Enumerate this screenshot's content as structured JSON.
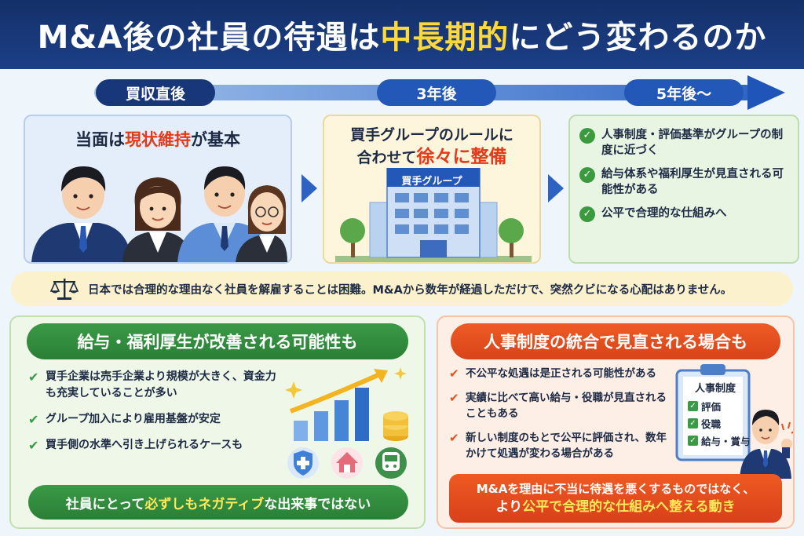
{
  "header": {
    "title_pre": "M&A後の社員の待遇は",
    "title_highlight": "中長期的",
    "title_post": "にどう変わるのか",
    "highlight_color": "#ffd93a",
    "bg_color": "#14306a"
  },
  "timeline": {
    "steps": [
      "買収直後",
      "3年後",
      "5年後〜"
    ]
  },
  "stage1": {
    "title_pre": "当面は",
    "title_highlight": "現状維持",
    "title_post": "が基本"
  },
  "stage2": {
    "line1": "買手グループのルールに",
    "line2_pre": "合わせて",
    "line2_highlight": "徐々に整備",
    "building_label": "買手グループ"
  },
  "stage3": {
    "items": [
      "人事制度・評価基準がグループの制度に近づく",
      "給与体系や福利厚生が見直される可能性がある",
      "公平で合理的な仕組みへ"
    ]
  },
  "notice": {
    "icon": "scale-icon",
    "text": "日本では合理的な理由なく社員を解雇することは困難。M&Aから数年が経過しただけで、突然クビになる心配はありません。"
  },
  "left_panel": {
    "title": "給与・福利厚生が改善される可能性も",
    "items": [
      "買手企業は売手企業より規模が大きく、資金力も充実していることが多い",
      "グループ加入により雇用基盤が安定",
      "買手側の水準へ引き上げられるケースも"
    ],
    "icons": [
      "chart-growth-icon",
      "coins-icon",
      "health-shield-icon",
      "house-icon",
      "train-icon"
    ],
    "banner_pre": "社員にとって",
    "banner_highlight": "必ずしもネガティブ",
    "banner_post": "な出来事ではない",
    "accent": "#3a9a46"
  },
  "right_panel": {
    "title": "人事制度の統合で見直される場合も",
    "items": [
      "不公平な処遇は是正される可能性がある",
      "実績に比べて高い給与・役職が見直されることもある",
      "新しい制度のもとで公平に評価され、数年かけて処遇が変わる場合がある"
    ],
    "clipboard": {
      "title": "人事制度",
      "items": [
        "評価",
        "役職",
        "給与・賞与"
      ]
    },
    "banner_line1": "M&Aを理由に不当に待遇を悪くするものではなく、",
    "banner_line2_pre": "より",
    "banner_line2_highlight": "公平で合理的な仕組みへ整える動き",
    "accent": "#ee5b24"
  }
}
